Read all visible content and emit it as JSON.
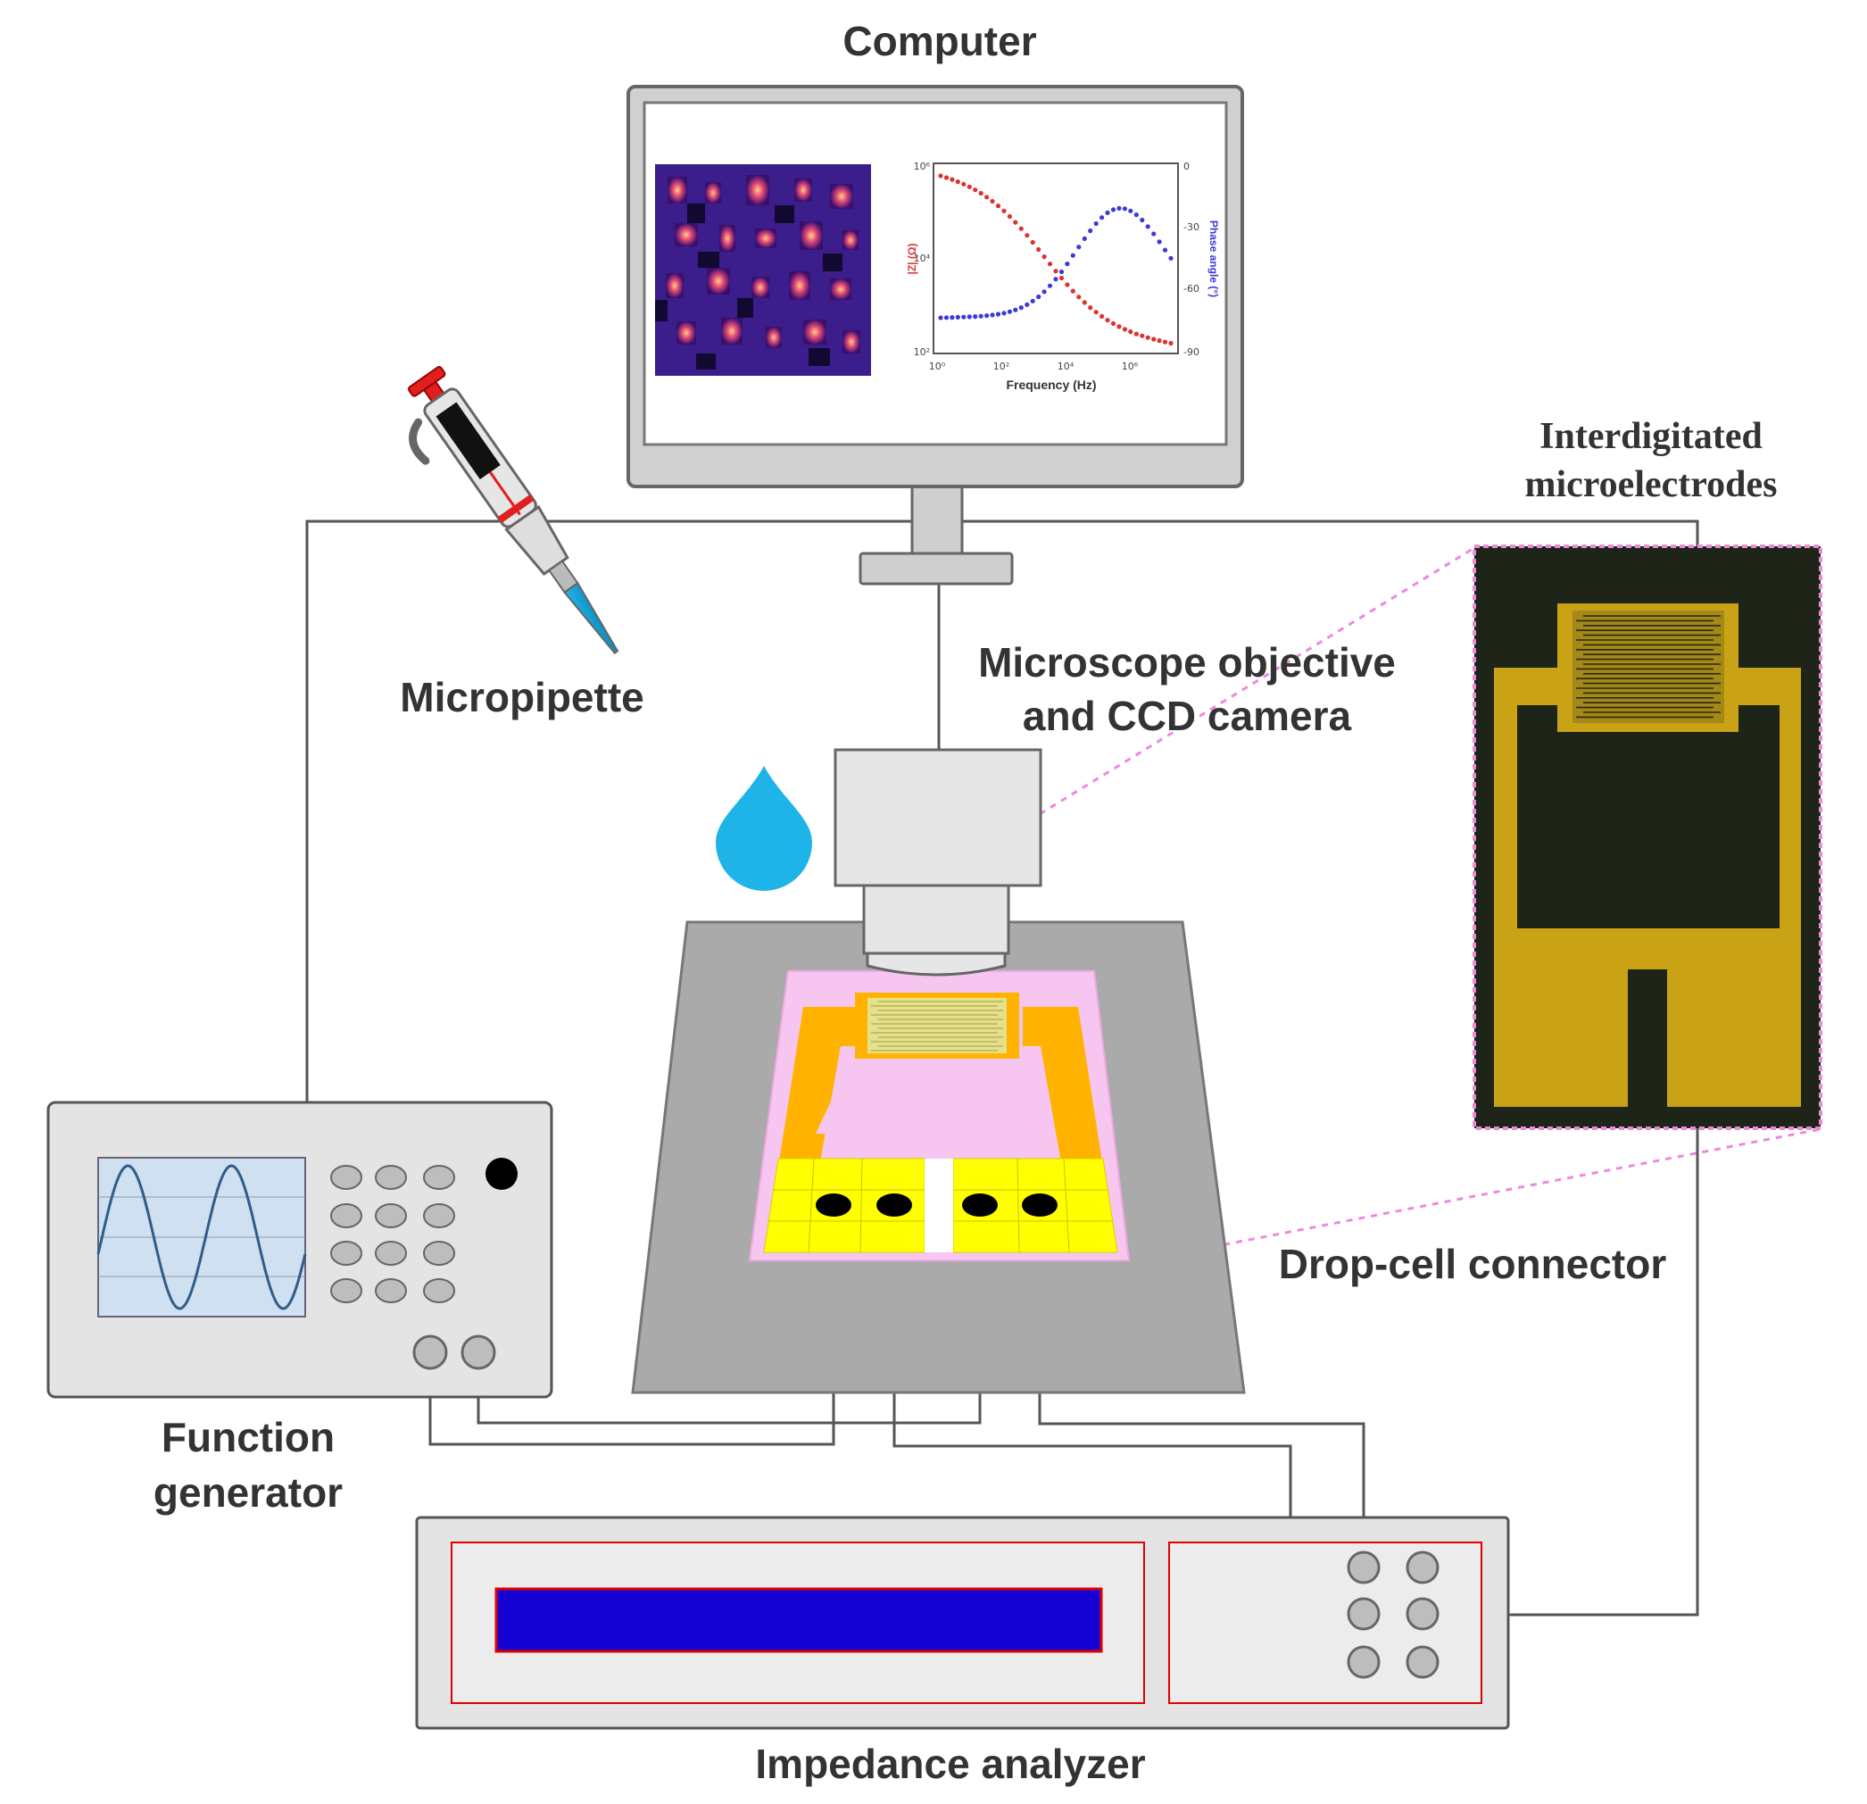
{
  "labels": {
    "computer": "Computer",
    "micropipette": "Micropipette",
    "microscope_line1": "Microscope objective",
    "microscope_line2": "and CCD camera",
    "ide_line1": "Interdigitated",
    "ide_line2": "microelectrodes",
    "drop_cell": "Drop-cell connector",
    "function_line1": "Function",
    "function_line2": "generator",
    "impedance": "Impedance analyzer"
  },
  "screen_plot": {
    "xlabel": "Frequency (Hz)",
    "ylabel_left": "|Z| (Ω)",
    "ylabel_right": "Phase angle (°)",
    "x_ticks": [
      "10⁰",
      "10²",
      "10⁴",
      "10⁶"
    ],
    "y_left_ticks": [
      "10⁶",
      "10⁴",
      "10²"
    ],
    "y_right_ticks": [
      "0",
      "-30",
      "-60",
      "-90"
    ]
  },
  "colors": {
    "device_gray": "#e4e4e4",
    "stage_gray": "#aaaaaa",
    "connector_pink": "#f7c6f0",
    "electrode_orange": "#ffb300",
    "pad_yellow": "#ffff00",
    "drop_blue": "#1fb4e8",
    "analyzer_display": "#1400d2",
    "analyzer_border": "#e00000",
    "magnitude_series": "#e03030",
    "phase_series": "#3a3ad8",
    "photo_gold": "#c9a216",
    "photo_dark": "#1e2418"
  },
  "icons": [
    "monitor-icon",
    "micropipette-icon",
    "droplet-icon",
    "ccd-camera-icon",
    "sine-wave-icon"
  ]
}
